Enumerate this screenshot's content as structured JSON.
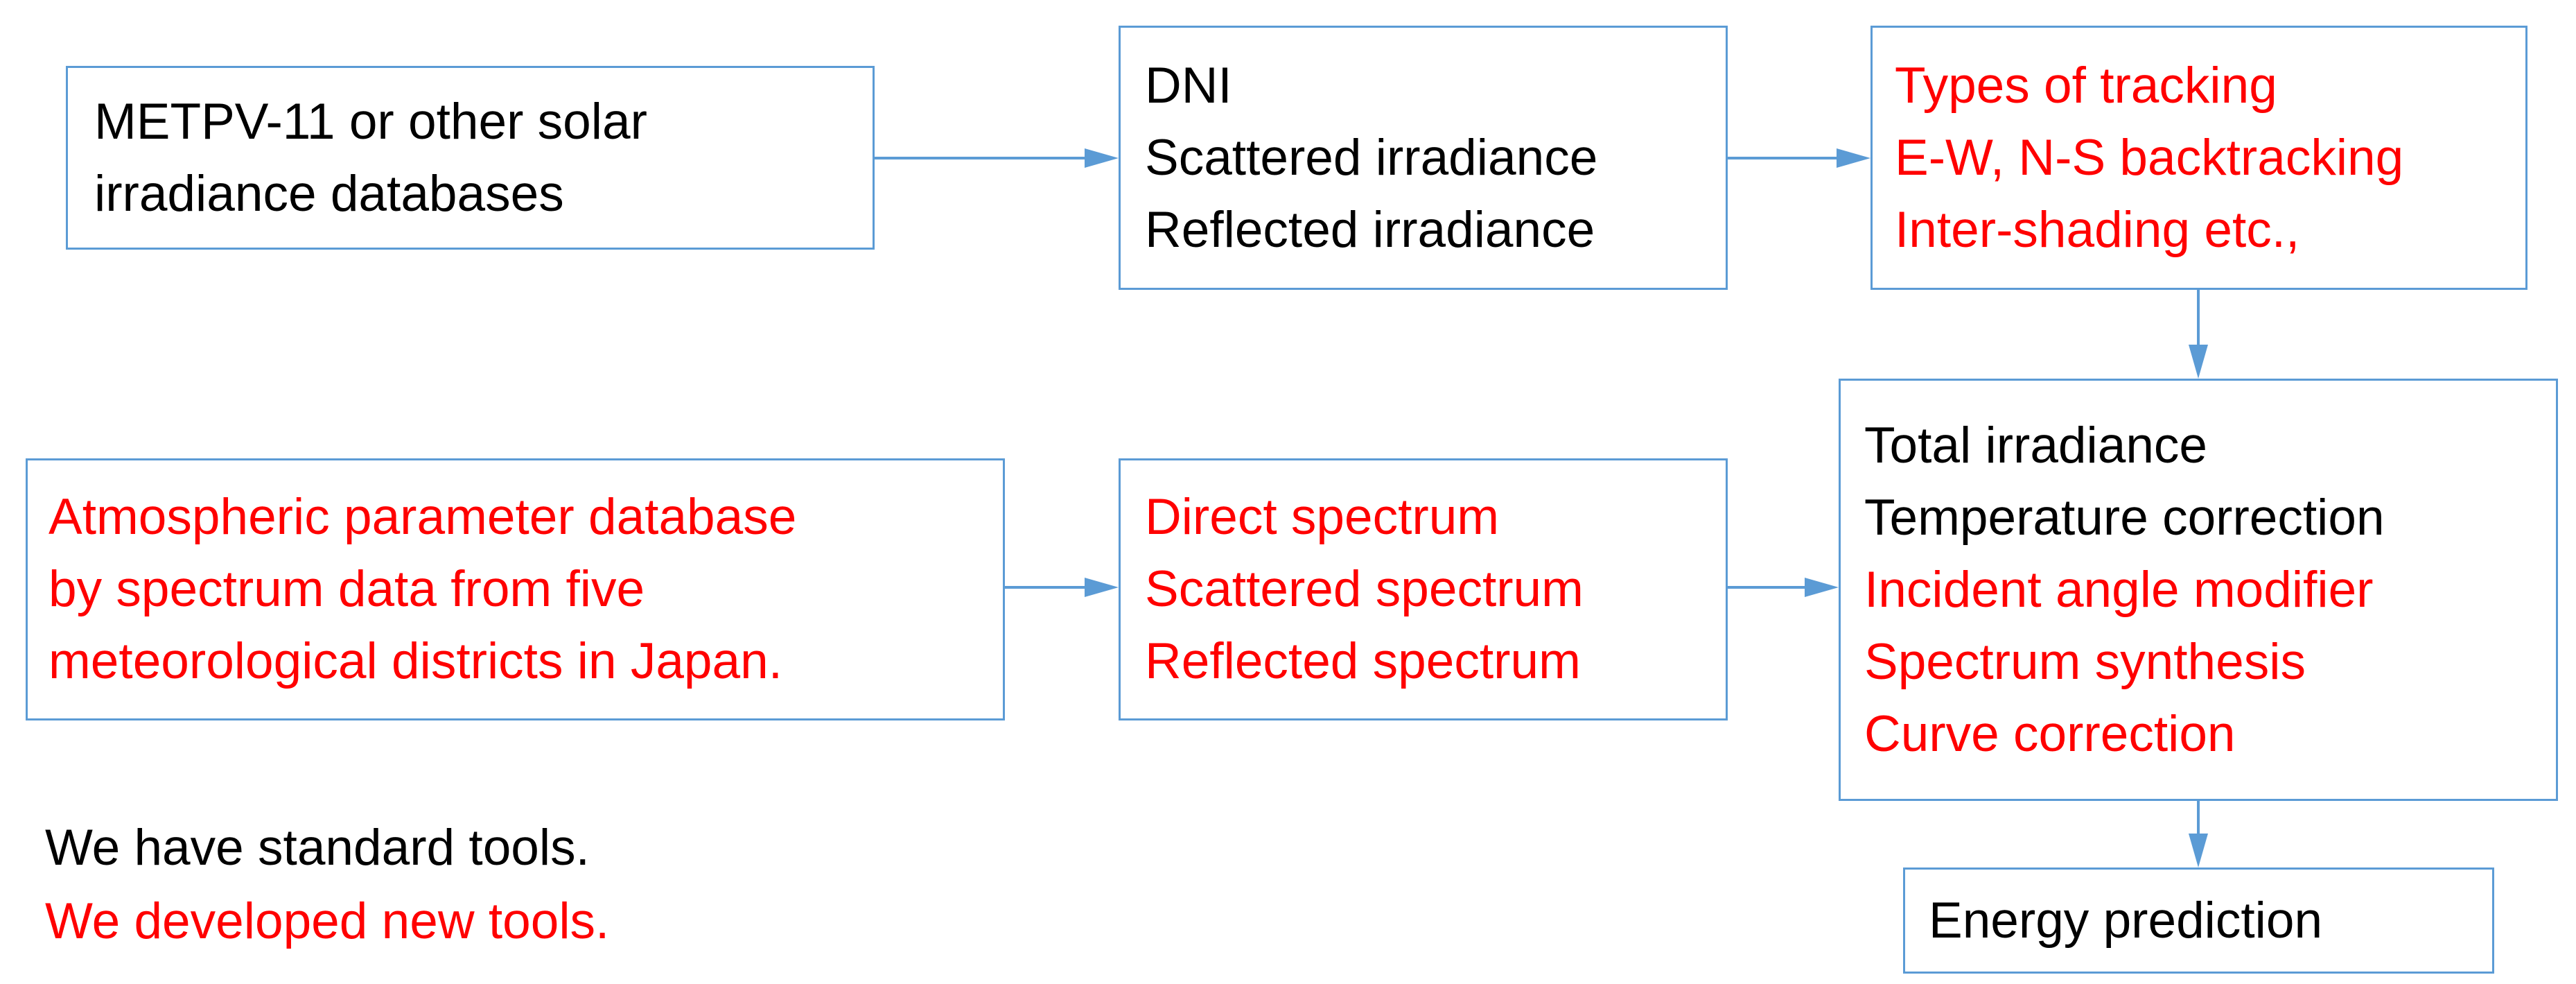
{
  "boxes": {
    "solar_db": {
      "lines": [
        "METPV-11 or other solar",
        "irradiance  databases"
      ]
    },
    "irradiance_components": {
      "lines": [
        "DNI",
        "Scattered irradiance",
        "Reflected irradiance"
      ]
    },
    "tracking": {
      "lines": [
        "Types of tracking",
        "E-W, N-S backtracking",
        "Inter-shading etc.,"
      ]
    },
    "atmospheric_db": {
      "lines": [
        "Atmospheric parameter database",
        "by spectrum data from five",
        "meteorological districts in Japan."
      ]
    },
    "spectrum_components": {
      "lines": [
        "Direct spectrum",
        "Scattered spectrum",
        "Reflected spectrum"
      ]
    },
    "corrections": {
      "lines": [
        "Total irradiance",
        "Temperature correction",
        "Incident angle modifier",
        "Spectrum synthesis",
        "Curve correction"
      ]
    },
    "energy_prediction": {
      "lines": [
        "Energy prediction"
      ]
    }
  },
  "legend": {
    "standard_tools": "We have standard tools.",
    "new_tools": "We developed new tools."
  },
  "colors": {
    "box_border": "#5b9bd5",
    "arrow": "#5b9bd5",
    "standard_text": "#000000",
    "new_text": "#ff0000"
  }
}
